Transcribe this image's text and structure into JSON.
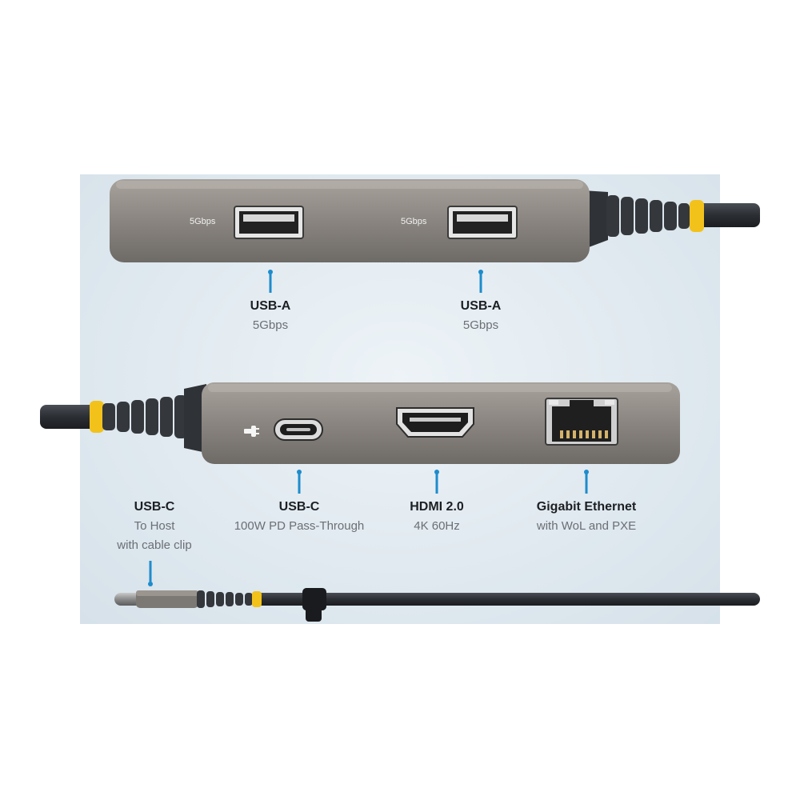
{
  "colors": {
    "background": "#ffffff",
    "panel": "#e2eaf0",
    "hub_body": "#8a8580",
    "cable": "#2b2e33",
    "cable_accent": "#f2c21b",
    "pointer": "#1e8ccc",
    "label_title": "#1c1f23",
    "label_sub": "#6b6f74"
  },
  "hub_top": {
    "port_marks": [
      "5Gbps",
      "5Gbps"
    ]
  },
  "labels": {
    "usb_a_1": {
      "title": "USB-A",
      "lines": [
        "5Gbps"
      ]
    },
    "usb_a_2": {
      "title": "USB-A",
      "lines": [
        "5Gbps"
      ]
    },
    "usb_c_host": {
      "title": "USB-C",
      "lines": [
        "To Host",
        "with cable clip"
      ]
    },
    "usb_c_pd": {
      "title": "USB-C",
      "lines": [
        "100W PD Pass-Through"
      ]
    },
    "hdmi": {
      "title": "HDMI 2.0",
      "lines": [
        "4K 60Hz"
      ]
    },
    "ethernet": {
      "title": "Gigabit Ethernet",
      "lines": [
        "with WoL and PXE"
      ]
    }
  },
  "icons": [
    "usb-a-port-icon",
    "usb-c-port-icon",
    "hdmi-port-icon",
    "ethernet-port-icon",
    "power-plug-icon",
    "cable-clip-icon",
    "usb-c-connector-icon"
  ]
}
